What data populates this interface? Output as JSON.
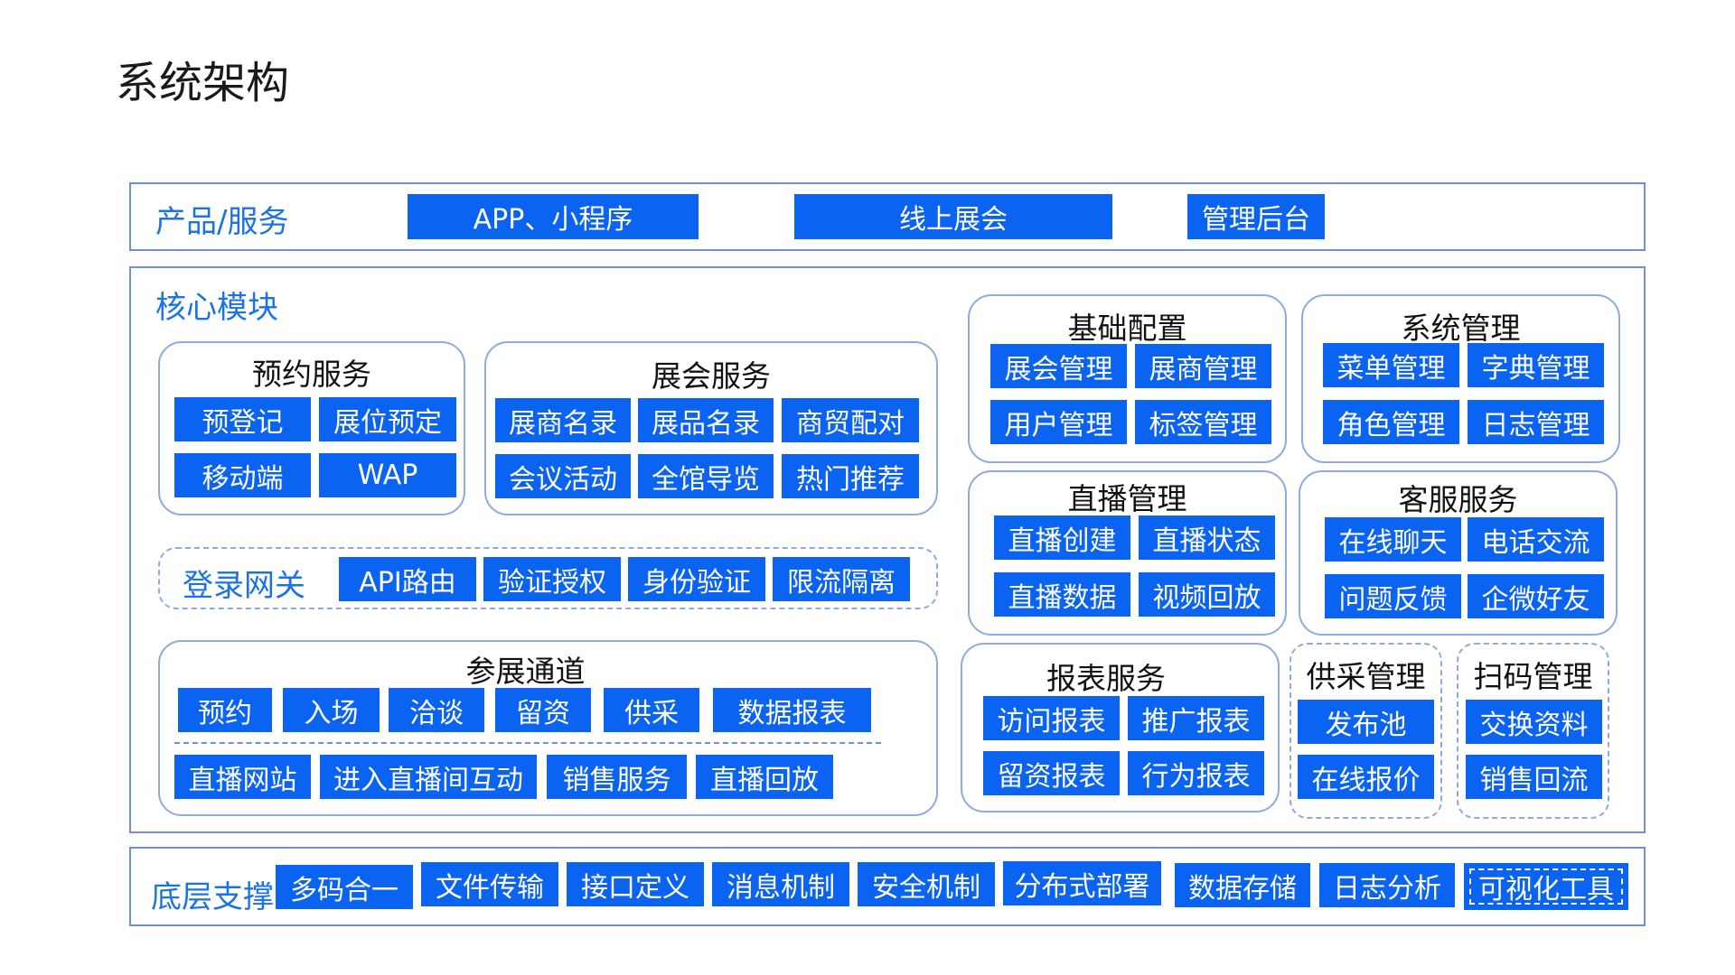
{
  "page": {
    "title": "系统架构",
    "colors": {
      "accent": "#0b63f2",
      "label": "#1a73e8",
      "frame": "#6f8fd6"
    }
  },
  "product": {
    "label": "产品/服务",
    "items": [
      "APP、小程序",
      "线上展会",
      "管理后台"
    ]
  },
  "core": {
    "label": "核心模块",
    "booking": {
      "title": "预约服务",
      "items": [
        "预登记",
        "展位预定",
        "移动端",
        "WAP"
      ]
    },
    "expo": {
      "title": "展会服务",
      "items": [
        "展商名录",
        "展品名录",
        "商贸配对",
        "会议活动",
        "全馆导览",
        "热门推荐"
      ]
    },
    "gateway": {
      "label": "登录网关",
      "items": [
        "API路由",
        "验证授权",
        "身份验证",
        "限流隔离"
      ]
    },
    "channel": {
      "title": "参展通道",
      "row1": [
        "预约",
        "入场",
        "洽谈",
        "留资",
        "供采",
        "数据报表"
      ],
      "row2": [
        "直播网站",
        "进入直播间互动",
        "销售服务",
        "直播回放"
      ]
    },
    "basic": {
      "title": "基础配置",
      "items": [
        "展会管理",
        "展商管理",
        "用户管理",
        "标签管理"
      ]
    },
    "system": {
      "title": "系统管理",
      "items": [
        "菜单管理",
        "字典管理",
        "角色管理",
        "日志管理"
      ]
    },
    "live": {
      "title": "直播管理",
      "items": [
        "直播创建",
        "直播状态",
        "直播数据",
        "视频回放"
      ]
    },
    "cs": {
      "title": "客服服务",
      "items": [
        "在线聊天",
        "电话交流",
        "问题反馈",
        "企微好友"
      ]
    },
    "report": {
      "title": "报表服务",
      "items": [
        "访问报表",
        "推广报表",
        "留资报表",
        "行为报表"
      ]
    },
    "supply": {
      "title": "供采管理",
      "items": [
        "发布池",
        "在线报价"
      ]
    },
    "scan": {
      "title": "扫码管理",
      "items": [
        "交换资料",
        "销售回流"
      ]
    }
  },
  "base": {
    "label": "底层支撑",
    "items": [
      "多码合一",
      "文件传输",
      "接口定义",
      "消息机制",
      "安全机制",
      "分布式部署",
      "数据存储",
      "日志分析",
      "可视化工具"
    ]
  }
}
